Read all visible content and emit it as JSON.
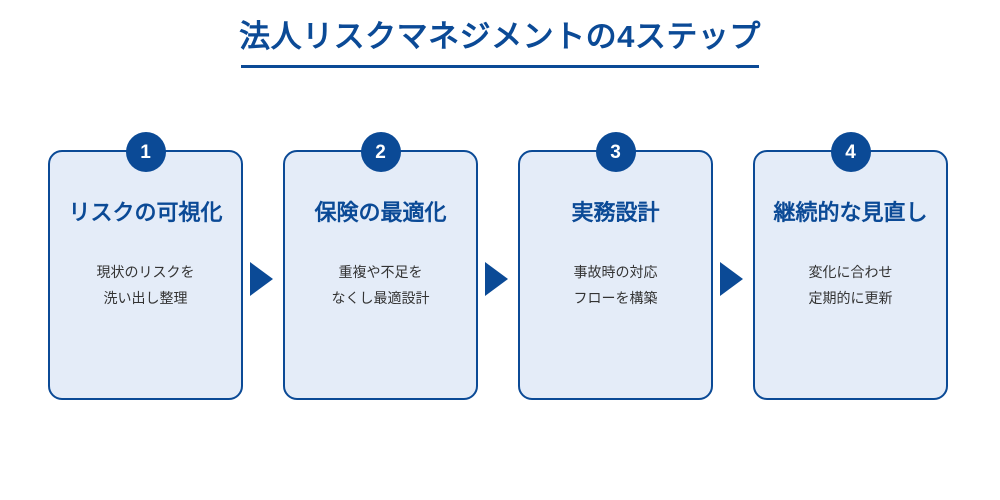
{
  "header": {
    "title": "法人リスクマネジメントの4ステップ",
    "underline_color": "#0b4a96"
  },
  "theme": {
    "background": "#ffffff",
    "accent": "#0b4a96",
    "card_fill": "#e4ecf8",
    "card_border": "#0b4a96",
    "badge_fill": "#0b4a96",
    "badge_text": "#ffffff",
    "title_color": "#0b4a96",
    "desc_color": "#333333",
    "arrow_color": "#0b4a96"
  },
  "steps": [
    {
      "number": "1",
      "title": "リスクの可視化",
      "desc_line1": "現状のリスクを",
      "desc_line2": "洗い出し整理"
    },
    {
      "number": "2",
      "title": "保険の最適化",
      "desc_line1": "重複や不足を",
      "desc_line2": "なくし最適設計"
    },
    {
      "number": "3",
      "title": "実務設計",
      "desc_line1": "事故時の対応",
      "desc_line2": "フローを構築"
    },
    {
      "number": "4",
      "title": "継続的な見直し",
      "desc_line1": "変化に合わせ",
      "desc_line2": "定期的に更新"
    }
  ],
  "connectors": [
    {
      "icon": "arrow-right-triangle-icon"
    },
    {
      "icon": "arrow-right-triangle-icon"
    },
    {
      "icon": "arrow-right-triangle-icon"
    }
  ]
}
